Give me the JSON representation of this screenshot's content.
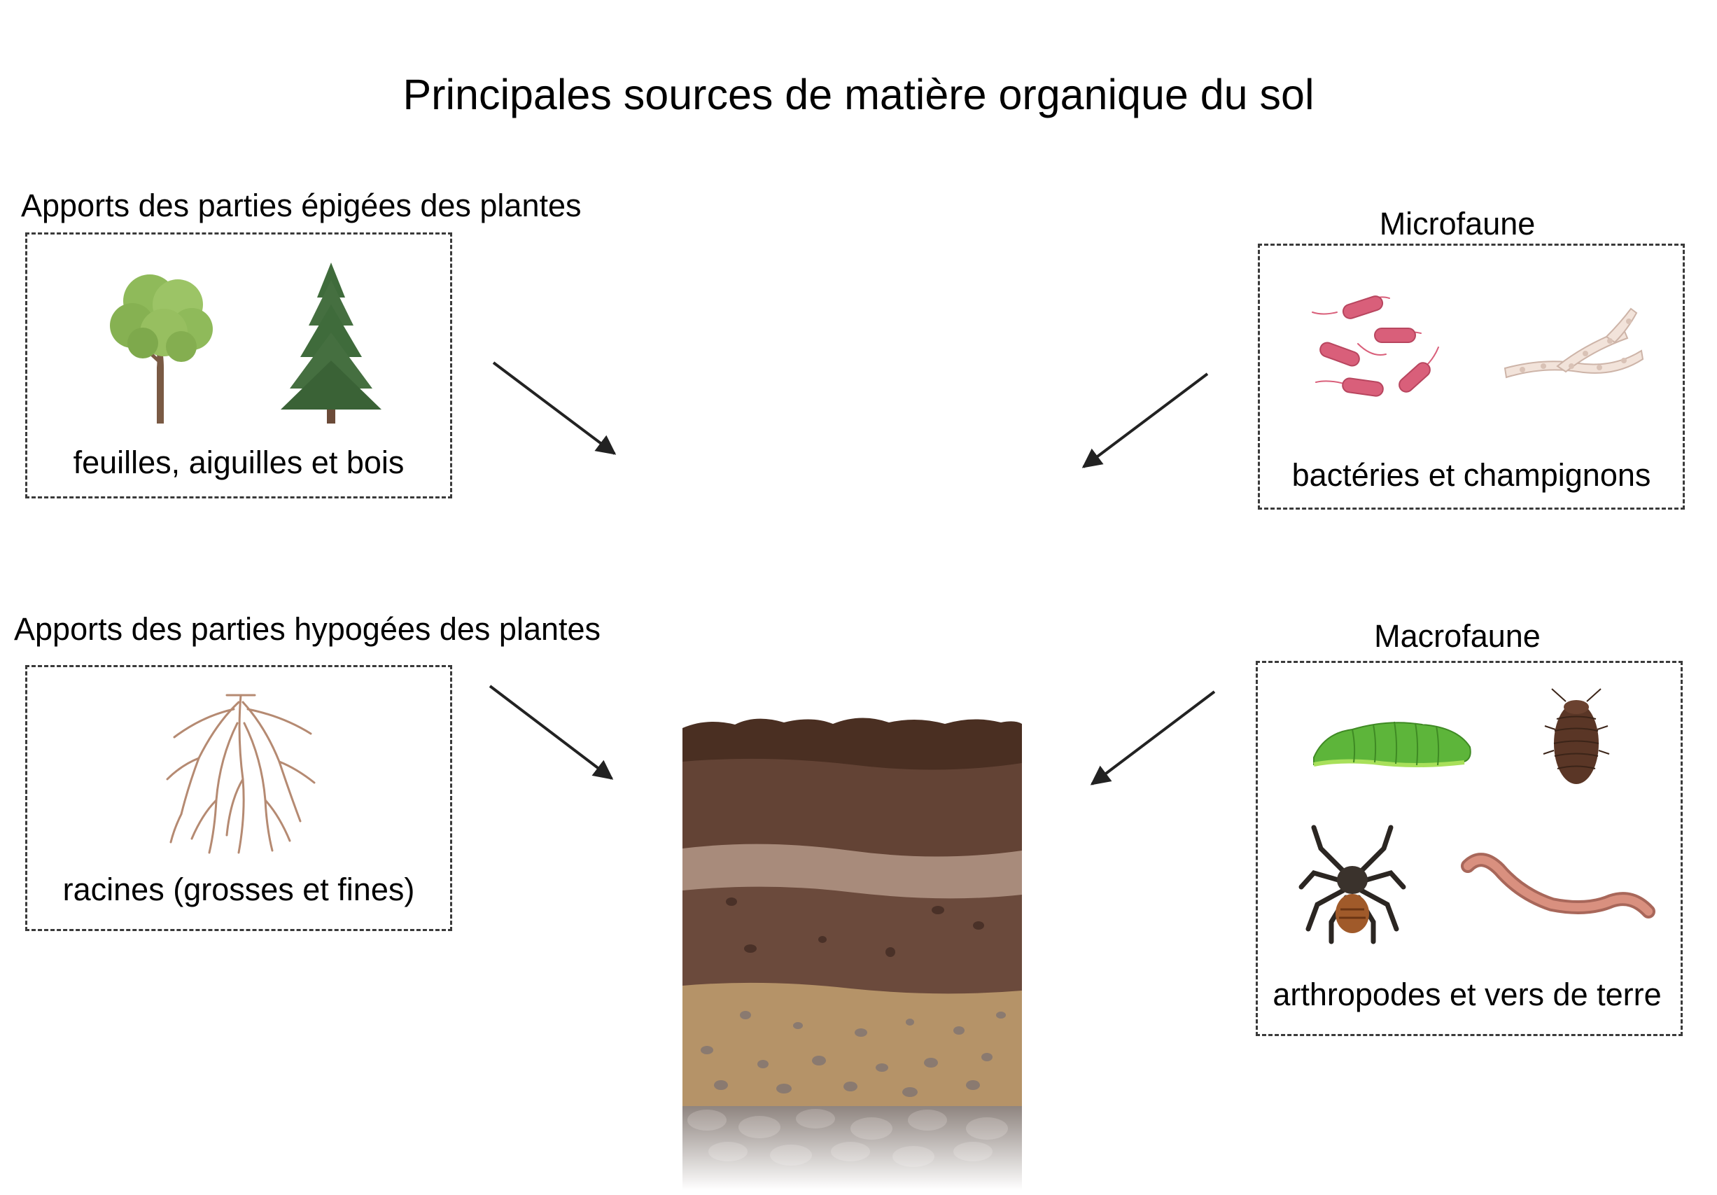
{
  "title": "Principales sources de matière organique du sol",
  "sources": {
    "aerial": {
      "heading": "Apports des parties épigées des plantes",
      "caption": "feuilles, aiguilles et bois",
      "icons": [
        "deciduous-tree-icon",
        "conifer-tree-icon"
      ]
    },
    "underground": {
      "heading": "Apports des parties hypogées des plantes",
      "caption": "racines (grosses et fines)",
      "icons": [
        "roots-icon"
      ]
    },
    "microfauna": {
      "heading": "Microfaune",
      "caption": "bactéries et champignons",
      "icons": [
        "bacteria-icon",
        "fungal-hyphae-icon"
      ]
    },
    "macrofauna": {
      "heading": "Macrofaune",
      "caption": "arthropodes et vers de terre",
      "icons": [
        "caterpillar-icon",
        "woodlouse-icon",
        "spider-icon",
        "earthworm-icon"
      ]
    }
  },
  "target": {
    "icon": "soil-profile-icon"
  },
  "colors": {
    "leaf": "#8fba5a",
    "conifer": "#3f6b3b",
    "bacteria": "#d95f7a",
    "hyphae": "#ecd9cf",
    "root": "#b58a72",
    "caterpillar": "#5db53a",
    "soil_top": "#4a2f22",
    "soil_light": "#a88b7b",
    "soil_sand": "#b59368",
    "soil_rock": "#8f8580",
    "arrow": "#222222"
  }
}
